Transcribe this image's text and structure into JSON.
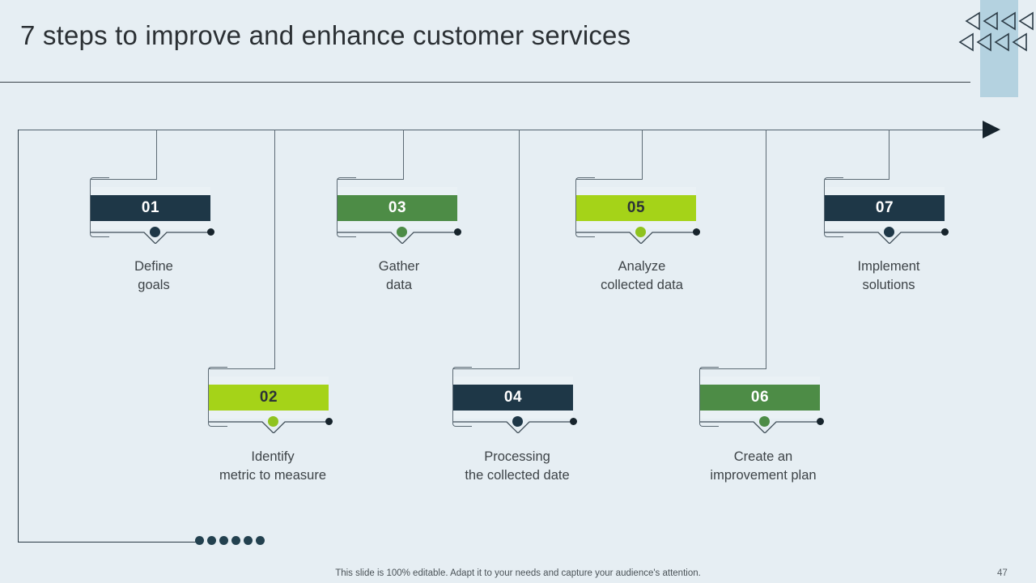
{
  "slide": {
    "title": "7 steps to improve and enhance customer services",
    "background_color": "#e6eef3",
    "accent_bar_color": "#b4d2e0",
    "page_number": "47",
    "footer_note": "This slide is 100% editable. Adapt it to your needs and capture your audience's attention."
  },
  "decor": {
    "triangle_icon_name": "triangle-left-icon",
    "triangle_count_row1": 4,
    "triangle_count_row2": 4,
    "dot_count": 6,
    "dot_color": "#23414f",
    "arrow_icon_name": "arrow-right-icon"
  },
  "steps": [
    {
      "number": "01",
      "caption_line1": "Define",
      "caption_line2": "goals",
      "box_color": "#1e3747",
      "number_color": "#ffffff",
      "node_color": "#1e3747"
    },
    {
      "number": "02",
      "caption_line1": "Identify",
      "caption_line2": "metric to measure",
      "box_color": "#a5d318",
      "number_color": "#2c3338",
      "node_color": "#8fc31f"
    },
    {
      "number": "03",
      "caption_line1": "Gather",
      "caption_line2": "data",
      "box_color": "#4d8c46",
      "number_color": "#ffffff",
      "node_color": "#4d8c46"
    },
    {
      "number": "04",
      "caption_line1": "Processing",
      "caption_line2": "the collected date",
      "box_color": "#1e3747",
      "number_color": "#ffffff",
      "node_color": "#1e3747"
    },
    {
      "number": "05",
      "caption_line1": "Analyze",
      "caption_line2": "collected data",
      "box_color": "#a5d318",
      "number_color": "#2c3338",
      "node_color": "#8fc31f"
    },
    {
      "number": "06",
      "caption_line1": "Create an",
      "caption_line2": "improvement plan",
      "box_color": "#4d8c46",
      "number_color": "#ffffff",
      "node_color": "#4d8c46"
    },
    {
      "number": "07",
      "caption_line1": "Implement",
      "caption_line2": "solutions",
      "box_color": "#1e3747",
      "number_color": "#ffffff",
      "node_color": "#1e3747"
    }
  ]
}
